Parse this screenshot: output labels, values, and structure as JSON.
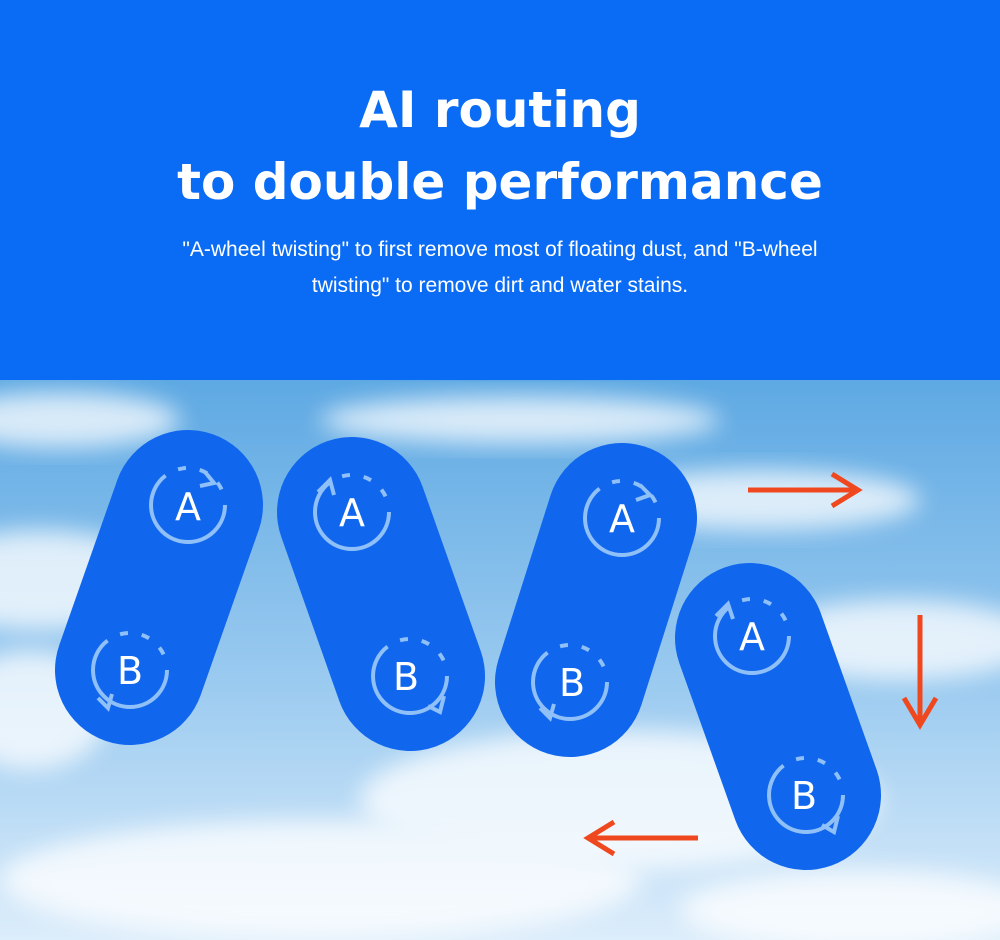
{
  "header": {
    "title_line1": "AI routing",
    "title_line2": "to double performance",
    "description_line1": "\"A-wheel twisting\" to first remove most of floating dust, and  \"B-wheel",
    "description_line2": "twisting\" to remove dirt and water stains."
  },
  "pads": [
    {
      "wheel_a": "A",
      "wheel_b": "B"
    },
    {
      "wheel_a": "A",
      "wheel_b": "B"
    },
    {
      "wheel_a": "A",
      "wheel_b": "B"
    },
    {
      "wheel_a": "A",
      "wheel_b": "B"
    }
  ],
  "colors": {
    "header_background": "#0a6cf4",
    "pad_fill": "#1166ee",
    "arrow": "#f0481e",
    "sky_top": "#5ea9e3",
    "sky_bottom": "#dcedfb"
  },
  "icons": [
    "rotate-cw-icon",
    "rotate-ccw-icon",
    "arrow-right-icon",
    "arrow-down-icon",
    "arrow-left-icon"
  ]
}
